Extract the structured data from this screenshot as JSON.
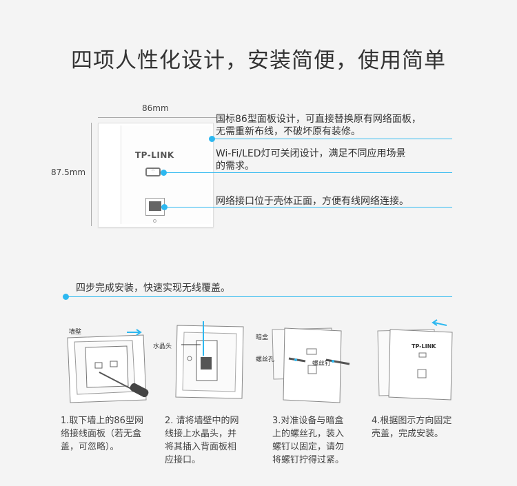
{
  "title": "四项人性化设计，安装简便，使用简单",
  "dimensions": {
    "width": "86mm",
    "height": "87.5mm"
  },
  "device": {
    "brand": "TP-LINK"
  },
  "features": [
    {
      "line1": "国标86型面板设计，可直接替换原有网络面板，",
      "line2": "无需重新布线，不破坏原有装修。"
    },
    {
      "line1": "Wi-Fi/LED灯可关闭设计，满足不同应用场景",
      "line2": "的需求。"
    },
    {
      "line1": "网络接口位于壳体正面，方便有线网络连接。",
      "line2": ""
    }
  ],
  "install_heading": "四步完成安装，快速实现无线覆盖。",
  "illustration_labels": {
    "wall": "墙壁",
    "crystal_head": "水晶头",
    "dark_box": "暗盒",
    "screw_hole": "螺丝孔",
    "screw": "螺丝钉",
    "brand_small": "TP-LINK"
  },
  "steps": [
    {
      "lines": [
        "1.取下墙上的86型网",
        "络接线面板（若无盒",
        "盖，可忽略）。"
      ]
    },
    {
      "lines": [
        "2. 请将墙壁中的网",
        "线接上水晶头，并",
        "将其插入背面板相",
        "应接口。"
      ]
    },
    {
      "lines": [
        "3.对准设备与暗盒",
        "上的螺丝孔，装入",
        "螺钉以固定，请勿",
        "将螺钉拧得过紧。"
      ]
    },
    {
      "lines": [
        "4.根据图示方向固定",
        "壳盖，完成安装。"
      ]
    }
  ],
  "colors": {
    "accent": "#2db8f0",
    "background": "#f4f4f4",
    "text": "#333333"
  }
}
